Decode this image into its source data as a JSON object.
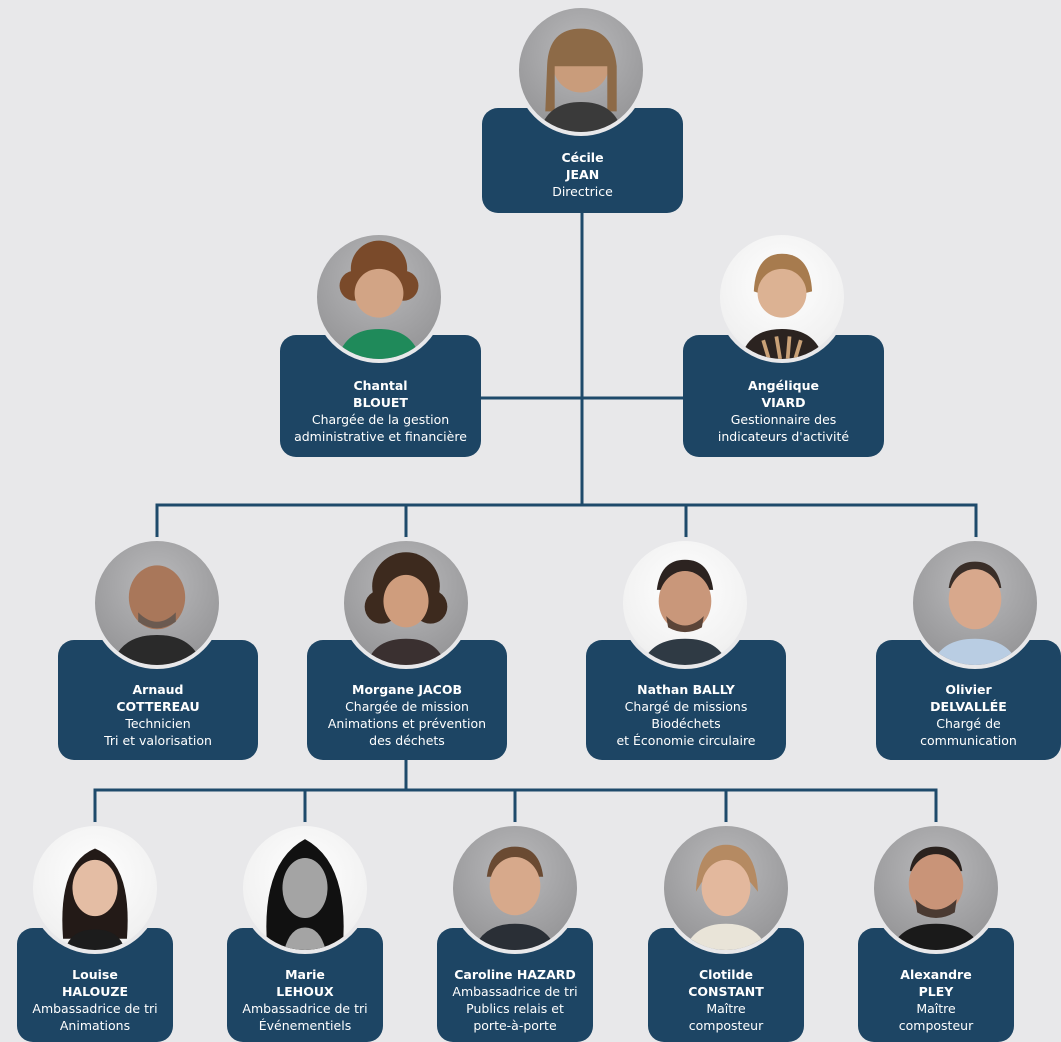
{
  "colors": {
    "background": "#e8e8ea",
    "card": "#1d4564",
    "connector": "#1e4a6b",
    "text": "#ffffff"
  },
  "director": {
    "first": "Cécile",
    "last": "JEAN",
    "role": "Directrice"
  },
  "staff": [
    {
      "first": "Chantal",
      "last": "BLOUET",
      "role": "Chargée de la gestion\nadministrative et financière"
    },
    {
      "first": "Angélique",
      "last": "VIARD",
      "role": "Gestionnaire des\nindicateurs d'activité"
    }
  ],
  "managers": [
    {
      "first": "Arnaud",
      "last": "COTTEREAU",
      "role": "Technicien\nTri et valorisation"
    },
    {
      "first": "Morgane JACOB",
      "last": "",
      "role": "Chargée de mission\nAnimations et prévention\ndes déchets"
    },
    {
      "first": "Nathan BALLY",
      "last": "",
      "role": "Chargé de missions\nBiodéchets\net Économie circulaire"
    },
    {
      "first": "Olivier",
      "last": "DELVALLÉE",
      "role": "Chargé de\ncommunication"
    }
  ],
  "team": [
    {
      "first": "Louise",
      "last": "HALOUZE",
      "role": "Ambassadrice de tri\nAnimations"
    },
    {
      "first": "Marie",
      "last": "LEHOUX",
      "role": "Ambassadrice de tri\nÉvénementiels"
    },
    {
      "first": "Caroline HAZARD",
      "last": "",
      "role": "Ambassadrice de tri\nPublics relais et\nporte-à-porte"
    },
    {
      "first": "Clotilde",
      "last": "CONSTANT",
      "role": "Maître\ncomposteur"
    },
    {
      "first": "Alexandre",
      "last": "PLEY",
      "role": "Maître\ncomposteur"
    }
  ]
}
